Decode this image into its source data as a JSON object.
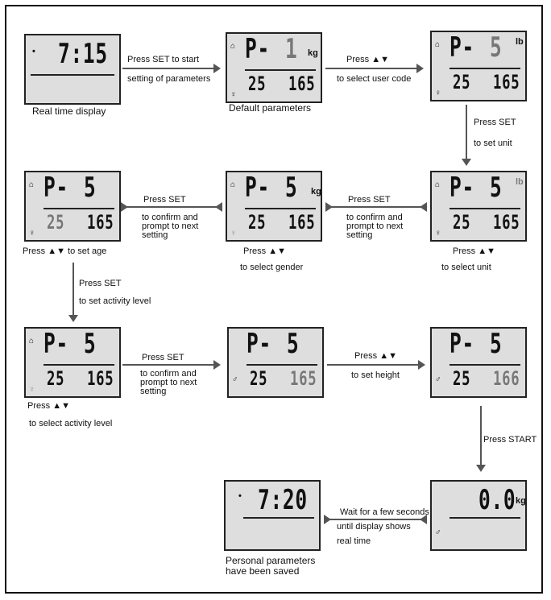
{
  "panels": {
    "p1": {
      "time": "7:15"
    },
    "p2": {
      "code": "P-",
      "num": "1",
      "unit": "kg",
      "age": "25",
      "height": "165"
    },
    "p3": {
      "code": "P-",
      "num": "5",
      "unit": "lb",
      "age": "25",
      "height": "165"
    },
    "p4": {
      "code": "P-",
      "num": "5",
      "unit": "lb",
      "age": "25",
      "height": "165"
    },
    "p5": {
      "code": "P-",
      "num": "5",
      "unit": "kg",
      "age": "25",
      "height": "165"
    },
    "p6": {
      "code": "P-",
      "num": "5",
      "unit": "",
      "age": "25",
      "height": "165"
    },
    "p7": {
      "code": "P-",
      "num": "5",
      "unit": "",
      "age": "25",
      "height": "165"
    },
    "p8": {
      "code": "P-",
      "num": "5",
      "unit": "",
      "age": "25",
      "height": "165"
    },
    "p9": {
      "code": "P-",
      "num": "5",
      "unit": "",
      "age": "25",
      "height": "166"
    },
    "p10": {
      "weight": "0.0",
      "unit": "kg"
    },
    "p11": {
      "time": "7:20"
    }
  },
  "captions": {
    "c1": "Real time display",
    "c2": "Default parameters",
    "c_final1": "Personal parameters",
    "c_final2": "have  been saved"
  },
  "steps": {
    "s1a": "Press  SET to start",
    "s1b": "setting of parameters",
    "s2a": "Press",
    "s2b": "to select user code",
    "s3a": "Press SET",
    "s3b": "to set unit",
    "s4a": "Press SET",
    "s4b": "to confirm and",
    "s4c": "prompt to next",
    "s4d": "setting",
    "s5a": "Press SET",
    "s5b": "to confirm and",
    "s5c": "prompt to next",
    "s5d": "setting",
    "s6a": "Press",
    "s6b": "to select unit",
    "s7a": "Press",
    "s7b": "to select gender",
    "s8a": "Press",
    "s8b": "to set age",
    "s9a": "Press SET",
    "s9b": "to set activity level",
    "s10a": "Press SET",
    "s10b": "to confirm and",
    "s10c": "prompt to next",
    "s10d": "setting",
    "s11a": "Press",
    "s11b": "to select activity level",
    "s12a": "Press",
    "s12b": "to set height",
    "s13": "Press START",
    "s14a": "Wait for a few seconds",
    "s14b": "until display shows",
    "s14c": "real time"
  },
  "icons": {
    "up_down": "▲▼",
    "finger": "finger-press-icon"
  }
}
